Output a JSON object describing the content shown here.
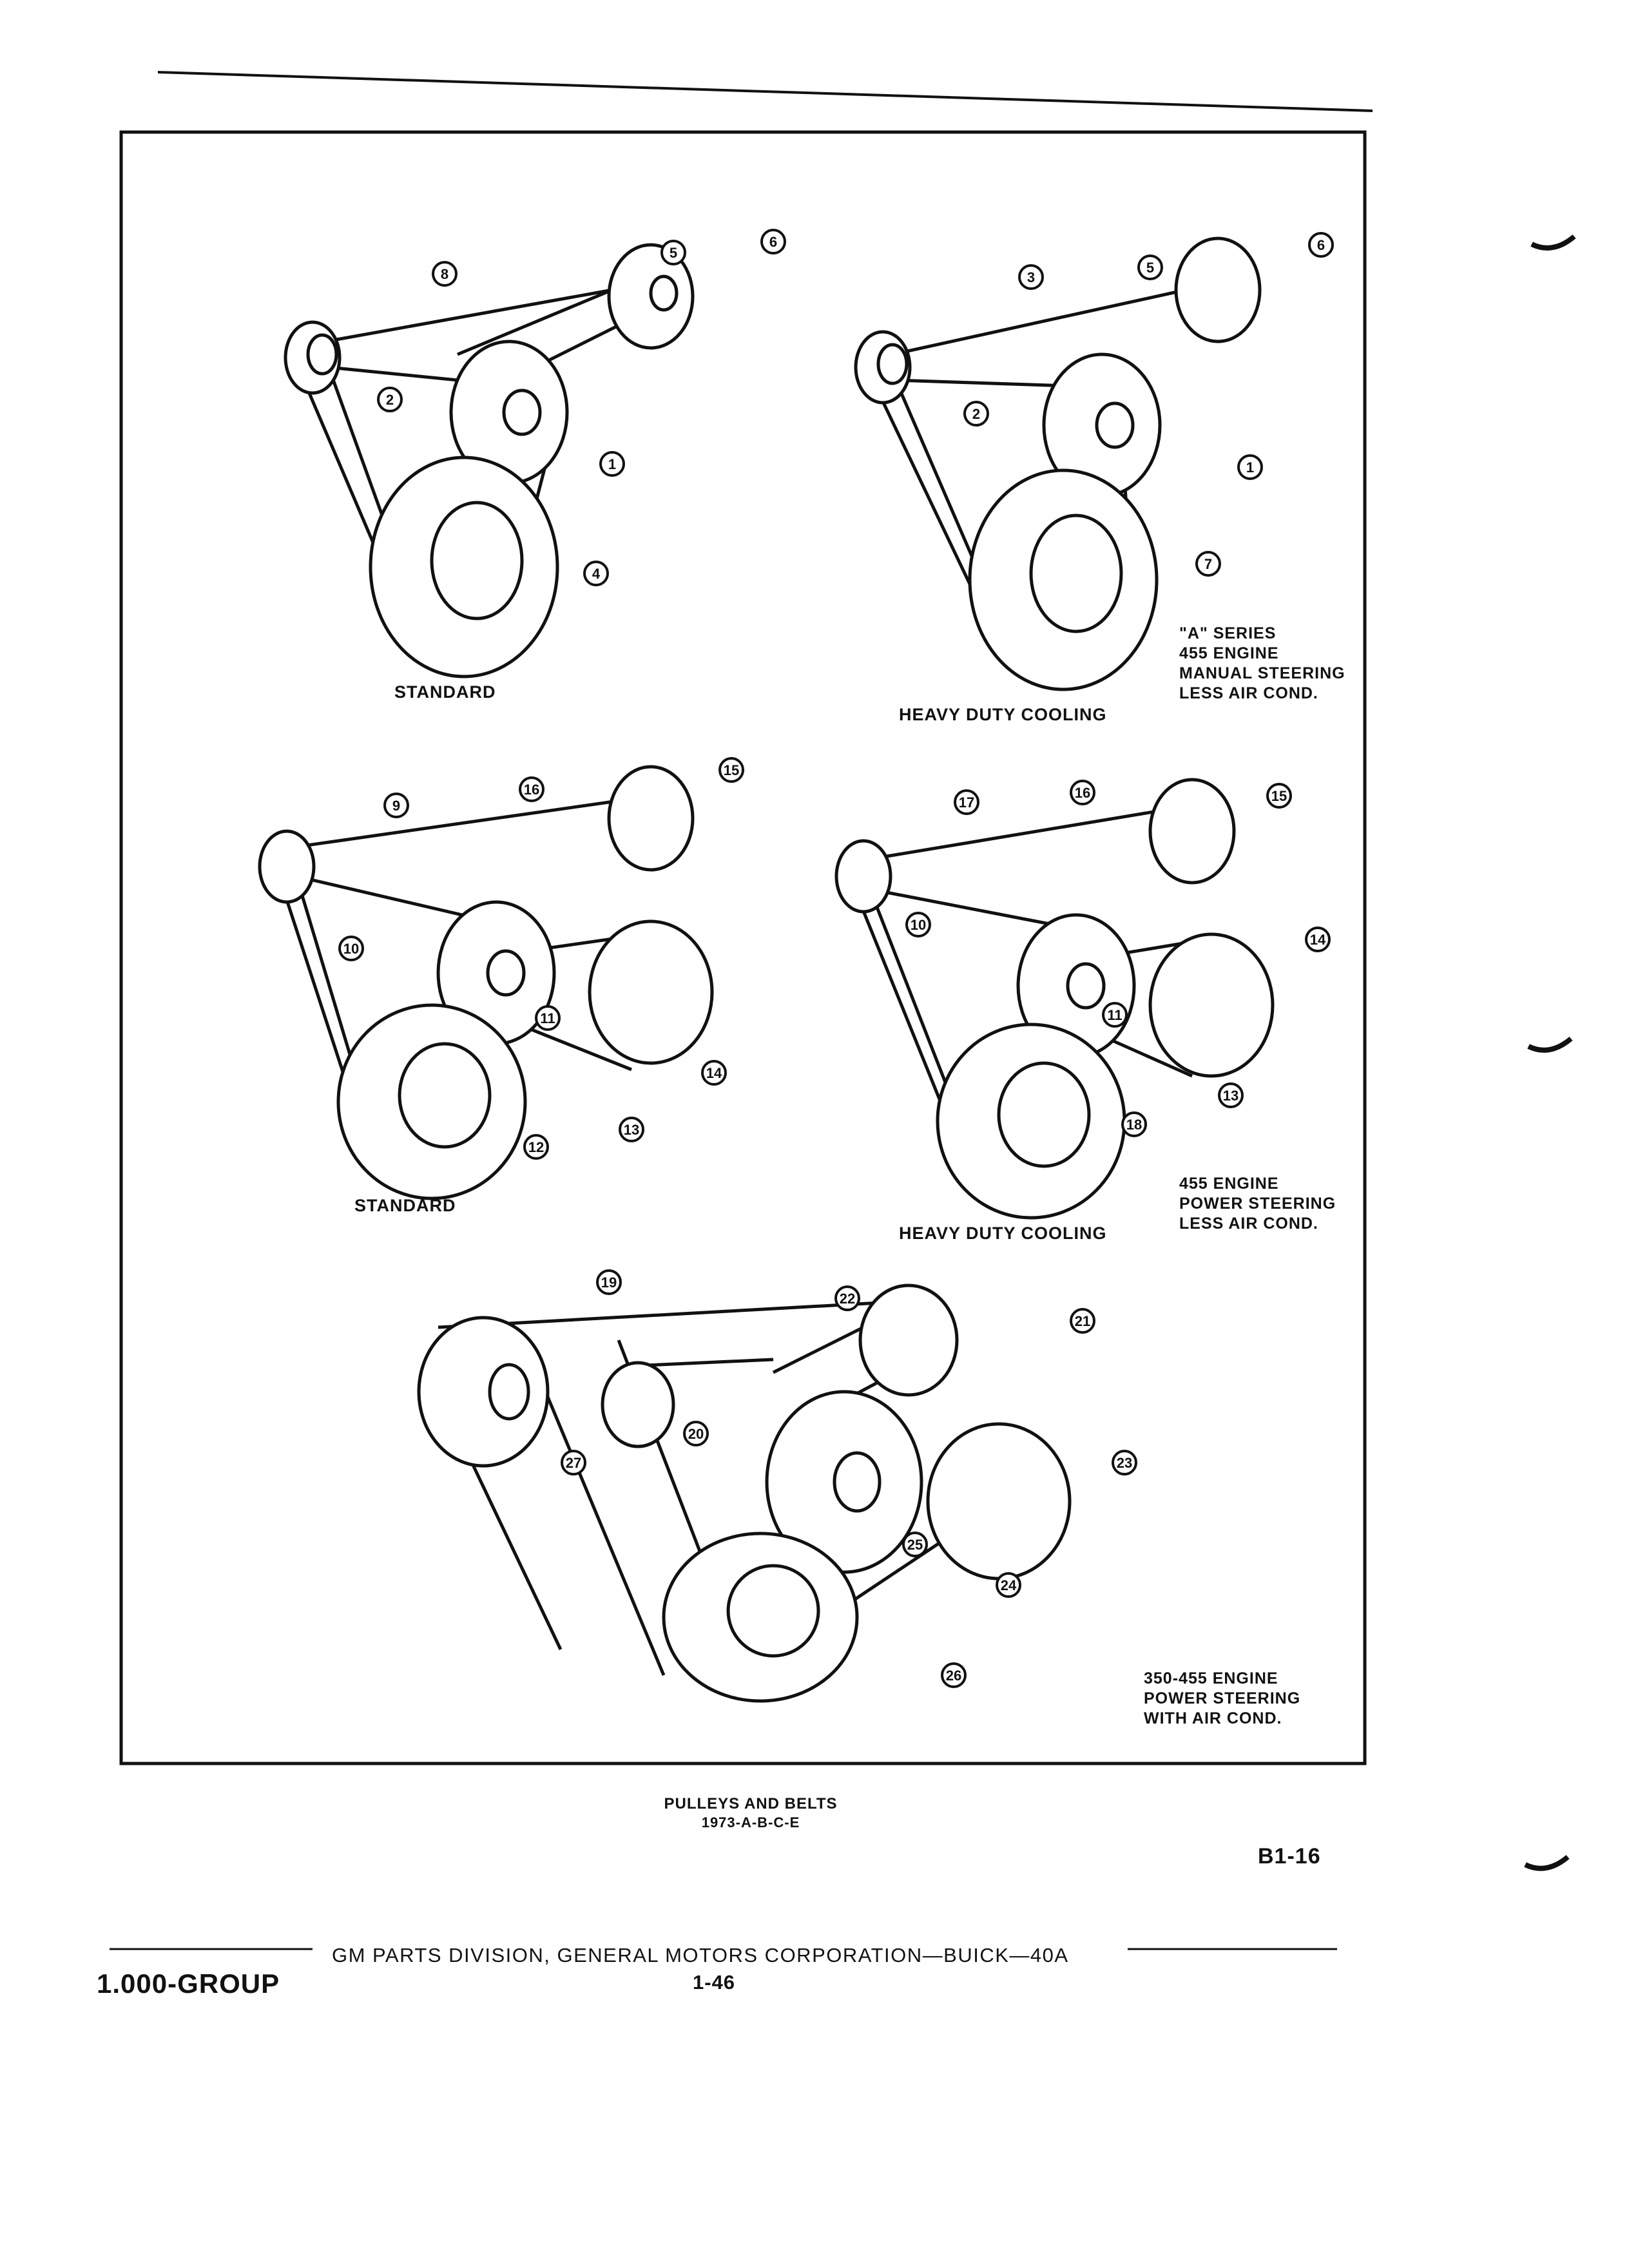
{
  "diagrams": [
    {
      "caption": "STANDARD",
      "callouts": [
        "8",
        "5",
        "6",
        "2",
        "1",
        "4"
      ]
    },
    {
      "caption": "HEAVY DUTY COOLING",
      "callouts": [
        "3",
        "5",
        "6",
        "2",
        "1",
        "7"
      ],
      "note": "\"A\" SERIES\n455 ENGINE\nMANUAL STEERING\nLESS AIR COND."
    },
    {
      "caption": "STANDARD",
      "callouts": [
        "9",
        "16",
        "15",
        "10",
        "11",
        "14",
        "13",
        "12"
      ]
    },
    {
      "caption": "HEAVY DUTY COOLING",
      "callouts": [
        "17",
        "16",
        "15",
        "10",
        "11",
        "14",
        "13",
        "18"
      ],
      "note": "455 ENGINE\nPOWER STEERING\nLESS AIR COND."
    },
    {
      "callouts": [
        "19",
        "22",
        "21",
        "20",
        "27",
        "23",
        "25",
        "24",
        "26"
      ],
      "note": "350-455 ENGINE\nPOWER STEERING\nWITH AIR COND."
    }
  ],
  "figure": {
    "title": "PULLEYS AND BELTS",
    "subtitle": "1973-A-B-C-E",
    "code": "B1-16"
  },
  "footer": {
    "group": "1.000-GROUP",
    "publisher": "GM PARTS DIVISION, GENERAL MOTORS CORPORATION—BUICK—40A",
    "page": "1-46"
  }
}
